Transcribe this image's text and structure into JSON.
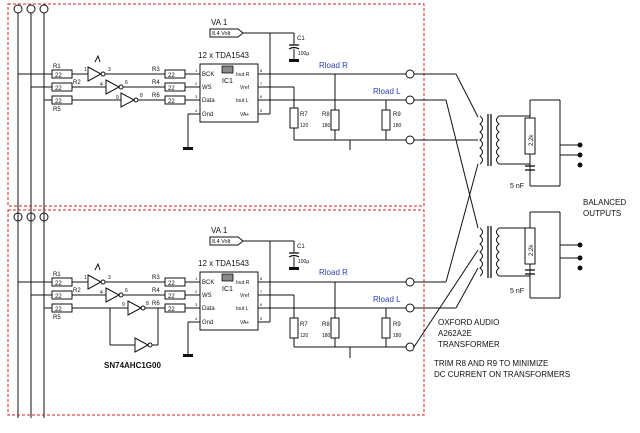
{
  "channels": [
    {
      "id": "upper",
      "va_label": "VA 1",
      "va_volt": "8.4 Volt",
      "cap_label": "C1",
      "cap_value": "100µ",
      "chip_title": "12 x TDA1543",
      "ic_label": "IC1",
      "pins_left": [
        "BCK",
        "WS",
        "Data",
        "Gnd"
      ],
      "pins_right": [
        "Iout R",
        "Vref",
        "Iout L",
        "VA+"
      ],
      "pin_nums_left": [
        "1",
        "2",
        "3",
        "4"
      ],
      "pin_nums_right": [
        "8",
        "7",
        "6",
        "5"
      ],
      "resistors_left": [
        {
          "name": "R1",
          "value": "22"
        },
        {
          "name": "R2",
          "value": "22"
        },
        {
          "name": "R5",
          "value": "22"
        }
      ],
      "resistors_mid": [
        {
          "name": "R3",
          "value": "22"
        },
        {
          "name": "R4",
          "value": "22"
        },
        {
          "name": "R6",
          "value": "22"
        }
      ],
      "gate_pins": [
        "1",
        "2",
        "3",
        "4",
        "5",
        "6",
        "9",
        "8"
      ],
      "r7": {
        "name": "R7",
        "value": "120"
      },
      "r8": {
        "name": "R8",
        "value": "180"
      },
      "r9": {
        "name": "R9",
        "value": "180"
      },
      "rload_r": "Rload R",
      "rload_l": "Rload L",
      "tr_res": "2.2k",
      "tr_cap": "5 nF"
    },
    {
      "id": "lower",
      "va_label": "VA 1",
      "va_volt": "8.4 Volt",
      "cap_label": "C1",
      "cap_value": "100µ",
      "chip_title": "12 x TDA1543",
      "ic_label": "IC1",
      "pins_left": [
        "BCK",
        "WS",
        "Data",
        "Gnd"
      ],
      "pins_right": [
        "Iout R",
        "Vref",
        "Iout L",
        "VA+"
      ],
      "pin_nums_left": [
        "1",
        "2",
        "3",
        "4"
      ],
      "pin_nums_right": [
        "8",
        "7",
        "6",
        "5"
      ],
      "resistors_left": [
        {
          "name": "R1",
          "value": "22"
        },
        {
          "name": "R2",
          "value": "22"
        },
        {
          "name": "R5",
          "value": "22"
        }
      ],
      "resistors_mid": [
        {
          "name": "R3",
          "value": "22"
        },
        {
          "name": "R4",
          "value": "22"
        },
        {
          "name": "R6",
          "value": "22"
        }
      ],
      "gate_pins": [
        "1",
        "2",
        "3",
        "4",
        "5",
        "6",
        "9",
        "8"
      ],
      "r7": {
        "name": "R7",
        "value": "120"
      },
      "r8": {
        "name": "R8",
        "value": "180"
      },
      "r9": {
        "name": "R9",
        "value": "180"
      },
      "rload_r": "Rload R",
      "rload_l": "Rload L",
      "tr_res": "2.2k",
      "tr_cap": "5 nF"
    }
  ],
  "extra_gate_label": "SN74AHC1G00",
  "balanced_outputs": [
    "BALANCED",
    "OUTPUTS"
  ],
  "transformer_note": [
    "OXFORD AUDIO",
    "A262A2E",
    "TRANSFORMER"
  ],
  "trim_note": [
    "TRIM R8 AND R9 TO MINIMIZE",
    "DC CURRENT ON TRANSFORMERS"
  ],
  "colors": {
    "frame": "#cc2222",
    "label_blue": "#2a3fb5",
    "ink": "#111111"
  }
}
